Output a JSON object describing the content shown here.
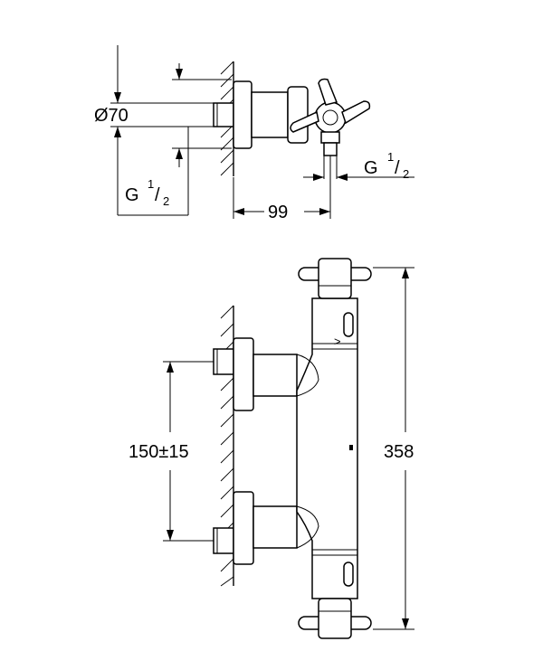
{
  "dimensions": {
    "diameter": "Ø70",
    "thread_left": {
      "prefix": "G ",
      "num": "1",
      "slash": "/",
      "den": "2"
    },
    "thread_right": {
      "prefix": "G ",
      "num": "1",
      "slash": "/",
      "den": "2"
    },
    "depth": "99",
    "spacing": "150±15",
    "height": "358"
  }
}
